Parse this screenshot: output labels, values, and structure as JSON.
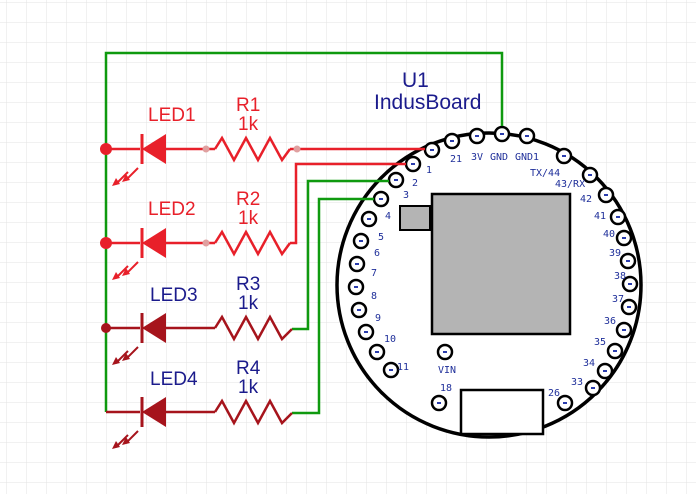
{
  "colors": {
    "grid": "#e3e3e3",
    "board": "#000000",
    "board_fill": "#ffffff",
    "chip": "#b4b4b4",
    "net_green": "#0f9a0f",
    "led_red": "#e8202a",
    "led_dark": "#a6141c",
    "label_blue": "#1b1b8c",
    "pin_blue": "#1f2f9a",
    "highlight": "#c62828"
  },
  "component": {
    "ref": "U1",
    "name": "IndusBoard"
  },
  "leds": [
    {
      "label": "LED1",
      "resistor": "R1",
      "value": "1k"
    },
    {
      "label": "LED2",
      "resistor": "R2",
      "value": "1k"
    },
    {
      "label": "LED3",
      "resistor": "R3",
      "value": "1k"
    },
    {
      "label": "LED4",
      "resistor": "R4",
      "value": "1k"
    }
  ],
  "pins": {
    "p21": "21",
    "p3v": "3V",
    "pgnd": "GND",
    "pgnd1": "GND1",
    "p1": "1",
    "p2": "2",
    "p3": "3",
    "p4": "4",
    "p5": "5",
    "p6": "6",
    "p7": "7",
    "p8": "8",
    "p9": "9",
    "p10": "10",
    "p11": "11",
    "pvin": "VIN",
    "p18": "18",
    "p26": "26",
    "ptx": "TX/44",
    "prx": "43/RX",
    "p42": "42",
    "p41": "41",
    "p40": "40",
    "p39": "39",
    "p38": "38",
    "p37": "37",
    "p36": "36",
    "p35": "35",
    "p34": "34",
    "p33": "33"
  }
}
